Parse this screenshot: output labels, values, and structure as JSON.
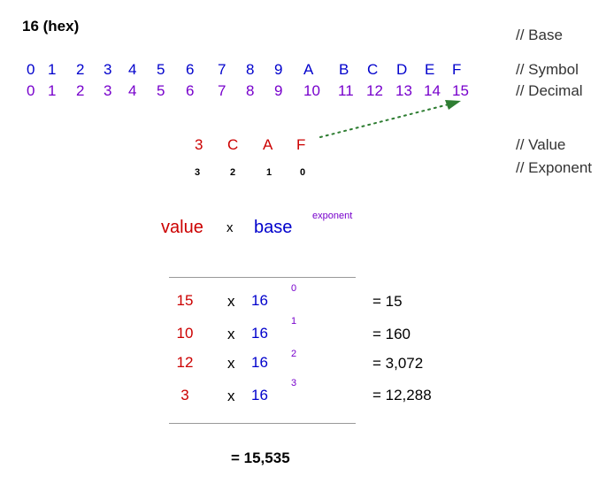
{
  "title": "16 (hex)",
  "labels": {
    "base": "// Base",
    "symbol": "// Symbol",
    "decimal": "// Decimal",
    "value": "// Value",
    "exponent": "// Exponent"
  },
  "symbols": [
    "0",
    "1",
    "2",
    "3",
    "4",
    "5",
    "6",
    "7",
    "8",
    "9",
    "A",
    "B",
    "C",
    "D",
    "E",
    "F"
  ],
  "decimals": [
    "0",
    "1",
    "2",
    "3",
    "4",
    "5",
    "6",
    "7",
    "8",
    "9",
    "10",
    "11",
    "12",
    "13",
    "14",
    "15"
  ],
  "value_digits": [
    "3",
    "C",
    "A",
    "F"
  ],
  "exponents": [
    "3",
    "2",
    "1",
    "0"
  ],
  "formula": {
    "value": "value",
    "times": "x",
    "base": "base",
    "exponent": "exponent"
  },
  "rows": [
    {
      "value": "15",
      "times": "x",
      "base": "16",
      "exp": "0",
      "result": "= 15"
    },
    {
      "value": "10",
      "times": "x",
      "base": "16",
      "exp": "1",
      "result": "= 160"
    },
    {
      "value": "12",
      "times": "x",
      "base": "16",
      "exp": "2",
      "result": "= 3,072"
    },
    {
      "value": "3",
      "times": "x",
      "base": "16",
      "exp": "3",
      "result": "= 12,288"
    }
  ],
  "total": "= 15,535",
  "colors": {
    "symbol": "#0000cc",
    "decimal": "#7700cc",
    "value": "#cc0000",
    "arrow": "#2e7d32"
  }
}
